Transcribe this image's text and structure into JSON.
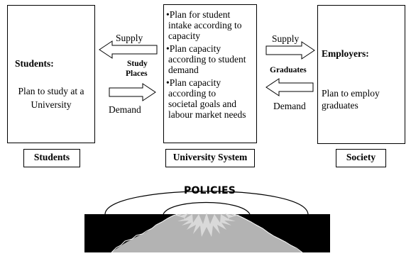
{
  "students": {
    "heading": "Students:",
    "line1": "Plan to study at a",
    "line2": "University",
    "label": "Students"
  },
  "university": {
    "bullets": [
      [
        "•Plan for student",
        "intake according to",
        "capacity"
      ],
      [
        "•Plan capacity",
        "according to student",
        "demand"
      ],
      [
        "•Plan capacity",
        "according to",
        "societal goals and",
        "labour market needs"
      ]
    ],
    "label": "University System"
  },
  "employers": {
    "heading": "Employers:",
    "line1": "Plan to employ",
    "line2": "graduates",
    "label": "Society"
  },
  "flows": {
    "left_supply": "Supply",
    "left_mid1": "Study",
    "left_mid2": "Places",
    "left_demand": "Demand",
    "right_supply": "Supply",
    "right_mid": "Graduates",
    "right_demand": "Demand"
  },
  "policies": {
    "title": "POLICIES"
  }
}
